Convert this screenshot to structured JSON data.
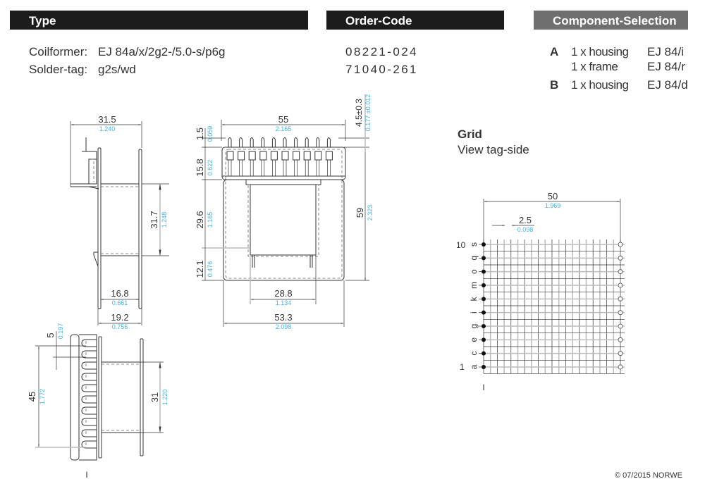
{
  "headers": {
    "type": "Type",
    "order_code": "Order-Code",
    "component_selection": "Component-Selection"
  },
  "type_rows": [
    {
      "label": "Coilformer:",
      "value": "EJ 84a/x/2g2-/5.0-s/p6g",
      "order_code": "08221-024"
    },
    {
      "label": "Solder-tag:",
      "value": "g2s/wd",
      "order_code": "71040-261"
    }
  ],
  "components": [
    {
      "group": "A",
      "qty": "1 x housing",
      "part": "EJ 84/i"
    },
    {
      "group": "",
      "qty": "1 x frame",
      "part": "EJ 84/r"
    },
    {
      "group": "B",
      "qty": "1 x housing",
      "part": "EJ 84/d"
    }
  ],
  "side_view": {
    "width_mm": "31.5",
    "width_in": "1.240",
    "height_mm": "31.7",
    "height_in": "1.248",
    "inner_mm": "16.8",
    "inner_in": "0.661",
    "outer_mm": "19.2",
    "outer_in": "0.756"
  },
  "front_view": {
    "width_mm": "55",
    "width_in": "2.165",
    "pin_mm": "1.5",
    "pin_in": "0.059",
    "top_mm": "15.8",
    "top_in": "0.622",
    "mid_mm": "29.6",
    "mid_in": "1.165",
    "bottom_mm": "12.1",
    "bottom_in": "0.476",
    "height_mm": "59",
    "height_in": "2.323",
    "tol_mm": "4.5±0.3",
    "tol_in": "0.177 ±0.012",
    "core_mm": "28.8",
    "core_in": "1.134",
    "base_mm": "53.3",
    "base_in": "2.098"
  },
  "bottom_view": {
    "pitch_mm": "5",
    "pitch_in": "0.197",
    "span_mm": "45",
    "span_in": "1.772",
    "height_mm": "31",
    "height_in": "1.220",
    "marker": "I"
  },
  "grid": {
    "title": "Grid",
    "subtitle": "View tag-side",
    "width_mm": "50",
    "width_in": "1.969",
    "pitch_mm": "2.5",
    "pitch_in": "0.098",
    "row_top_number": "10",
    "row_bottom_number": "1",
    "row_letters": [
      "s",
      "q",
      "o",
      "m",
      "k",
      "i",
      "g",
      "e",
      "c",
      "a"
    ],
    "marker": "I"
  },
  "footer": {
    "copyright": "© 07/2015 NORWE"
  },
  "colors": {
    "header_dark": "#1c1c1c",
    "header_grey": "#6f6f6f",
    "inch_blue": "#3fb3e6"
  }
}
